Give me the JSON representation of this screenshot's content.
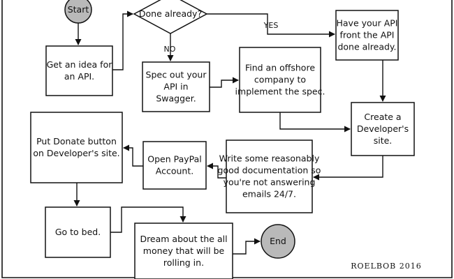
{
  "diagram": {
    "nodes": [
      {
        "id": "start",
        "shape": "circle",
        "lines": [
          "Start"
        ]
      },
      {
        "id": "idea",
        "shape": "rect",
        "lines": [
          "Get an idea for",
          "an API."
        ]
      },
      {
        "id": "done",
        "shape": "diamond",
        "lines": [
          "Done already?"
        ]
      },
      {
        "id": "front",
        "shape": "rect",
        "lines": [
          "Have your API",
          "front the API",
          "done already."
        ]
      },
      {
        "id": "spec",
        "shape": "rect",
        "lines": [
          "Spec out your",
          "API in",
          "Swagger."
        ]
      },
      {
        "id": "offshore",
        "shape": "rect",
        "lines": [
          "Find an offshore",
          "company to",
          "implement the spec."
        ]
      },
      {
        "id": "devsite",
        "shape": "rect",
        "lines": [
          "Create a",
          "Developer's",
          "site."
        ]
      },
      {
        "id": "docs",
        "shape": "rect",
        "lines": [
          "Write some reasonably",
          "good documentation so",
          "you're not answering",
          "emails 24/7."
        ]
      },
      {
        "id": "paypal",
        "shape": "rect",
        "lines": [
          "Open PayPal",
          "Account."
        ]
      },
      {
        "id": "donate",
        "shape": "rect",
        "lines": [
          "Put Donate button",
          "on Developer's site."
        ]
      },
      {
        "id": "bed",
        "shape": "rect",
        "lines": [
          "Go to bed."
        ]
      },
      {
        "id": "dream",
        "shape": "rect",
        "lines": [
          "Dream about the all",
          "money that will be",
          "rolling in."
        ]
      },
      {
        "id": "end",
        "shape": "circle",
        "lines": [
          "End"
        ]
      }
    ],
    "edges": [
      {
        "from": "start",
        "to": "idea",
        "label": ""
      },
      {
        "from": "idea",
        "to": "done",
        "label": ""
      },
      {
        "from": "done",
        "to": "front",
        "label": "YES"
      },
      {
        "from": "done",
        "to": "spec",
        "label": "NO"
      },
      {
        "from": "spec",
        "to": "offshore",
        "label": ""
      },
      {
        "from": "front",
        "to": "devsite",
        "label": ""
      },
      {
        "from": "offshore",
        "to": "devsite",
        "label": ""
      },
      {
        "from": "devsite",
        "to": "docs",
        "label": ""
      },
      {
        "from": "docs",
        "to": "paypal",
        "label": ""
      },
      {
        "from": "paypal",
        "to": "donate",
        "label": ""
      },
      {
        "from": "donate",
        "to": "bed",
        "label": ""
      },
      {
        "from": "bed",
        "to": "dream",
        "label": ""
      },
      {
        "from": "dream",
        "to": "end",
        "label": ""
      }
    ],
    "signature": "ROELBOB 2016",
    "colors": {
      "line": "#111111",
      "terminal_fill": "#b9b9b9",
      "box_fill": "#ffffff"
    }
  }
}
